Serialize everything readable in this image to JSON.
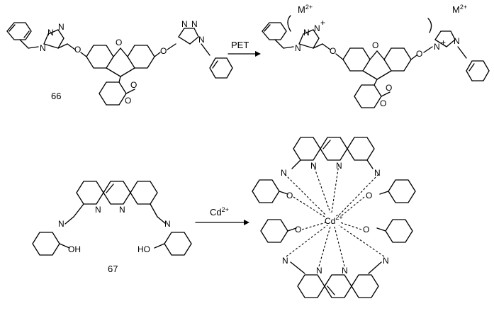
{
  "reaction_1": {
    "compound_label": "66",
    "arrow_label": "PET",
    "metal_ion": "M",
    "metal_charge": "2+",
    "atoms": {
      "nitrogen": "N",
      "oxygen": "O",
      "n_plus": "+"
    }
  },
  "reaction_2": {
    "compound_label": "67",
    "reagent": "Cd",
    "reagent_charge": "2+",
    "atoms": {
      "nitrogen": "N",
      "hydroxyl_left": "OH",
      "hydroxyl_right": "HO",
      "oxygen": "O",
      "metal": "Cd",
      "metal_charge": "2+"
    }
  }
}
